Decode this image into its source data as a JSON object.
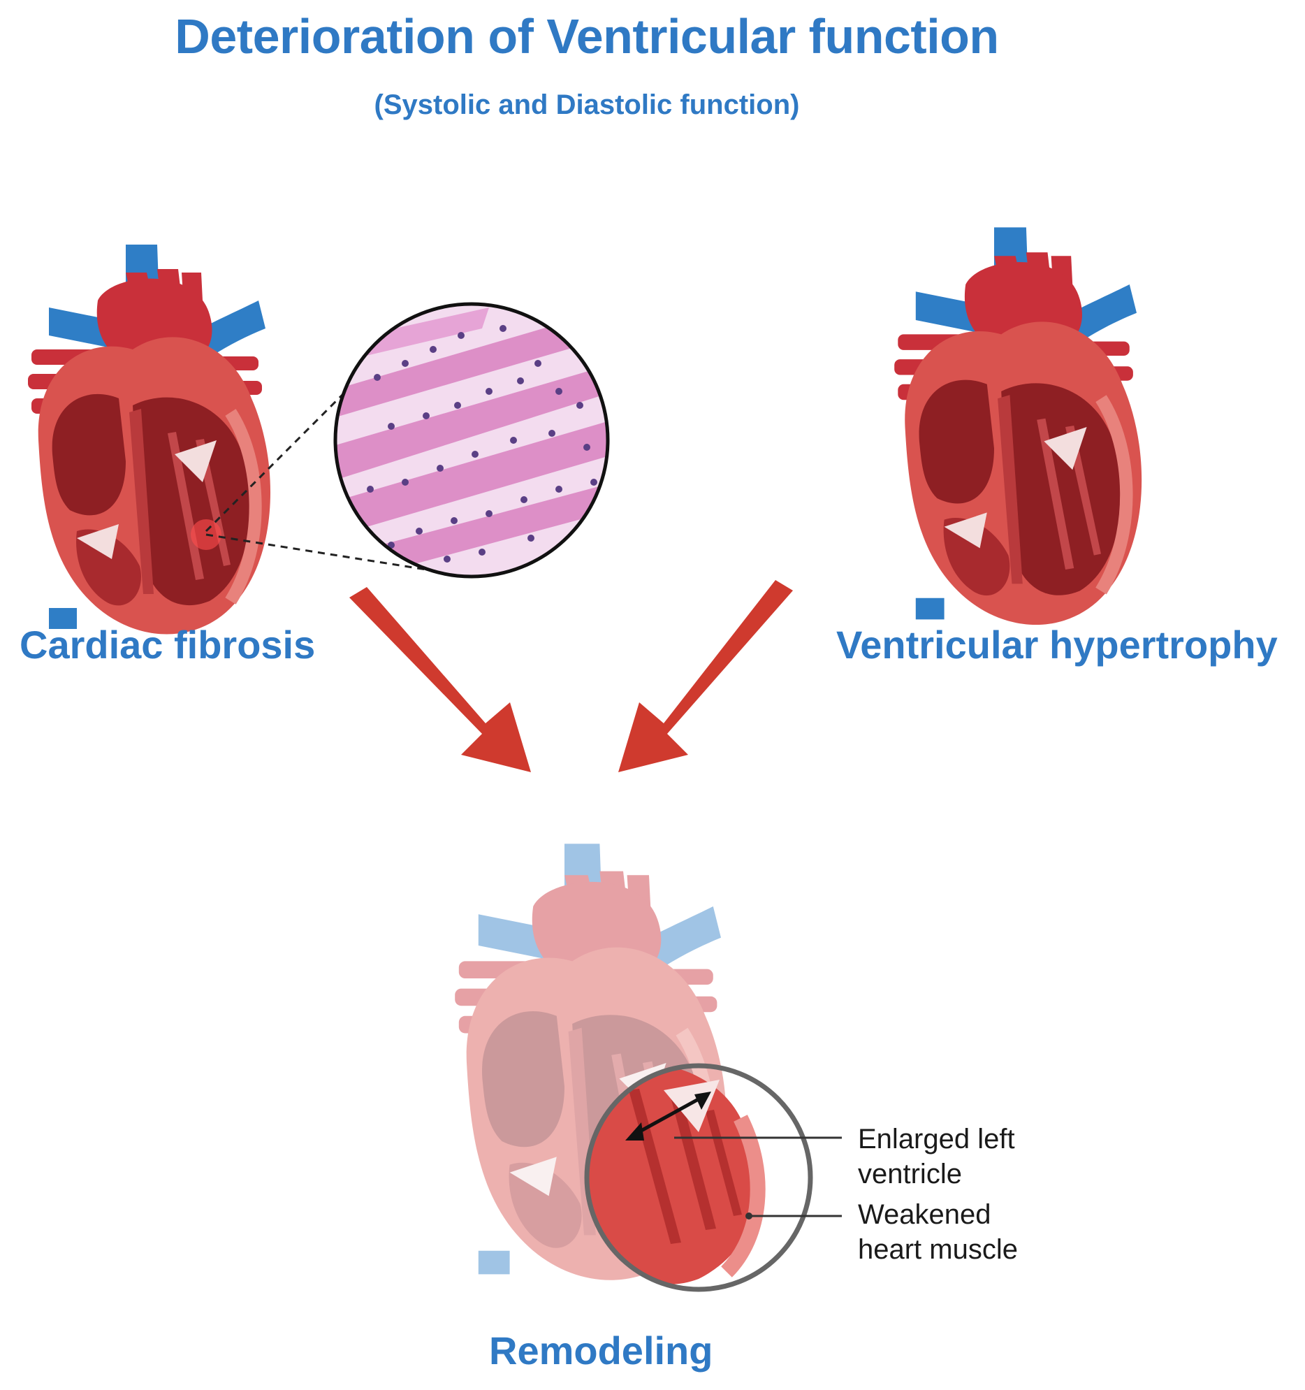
{
  "title": "Deterioration of Ventricular function",
  "subtitle": "(Systolic and Diastolic function)",
  "labels": {
    "left": "Cardiac fibrosis",
    "right": "Ventricular hypertrophy",
    "bottom": "Remodeling"
  },
  "callouts": {
    "enlarged_line1": "Enlarged left",
    "enlarged_line2": "ventricle",
    "weakened_line1": "Weakened",
    "weakened_line2": "heart muscle"
  },
  "colors": {
    "title_blue": "#2f79c4",
    "arrow_red": "#cf3a2e",
    "vessel_blue": "#2f7ec6",
    "artery_red": "#c9303a",
    "myocardium": "#d9534f",
    "chamber_dark": "#8e1f23",
    "tissue_pink": "#dd8fc7",
    "nuclei": "#5a3f85"
  },
  "icons": [
    "heart-illustration",
    "histology-magnifier",
    "down-arrow"
  ]
}
